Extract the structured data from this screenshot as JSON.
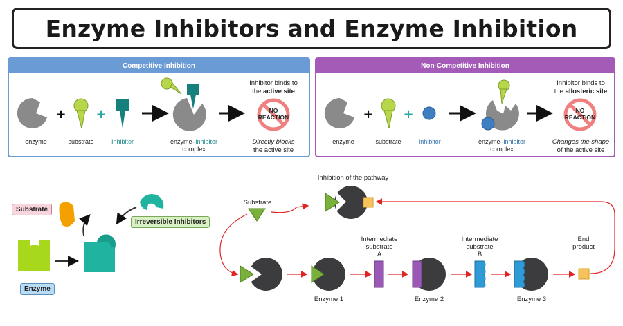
{
  "title": "Enzyme Inhibitors and Enzyme Inhibition",
  "competitive": {
    "header": "Competitive Inhibition",
    "labels": {
      "enzyme": "enzyme",
      "substrate": "substrate",
      "inhibitor": "Inhibitor",
      "complex_a": "enzyme",
      "complex_dash": "–",
      "complex_b": "inhibitor",
      "complex_c": "complex"
    },
    "note_line1": "Inhibitor binds to",
    "note_line2_pre": "the ",
    "note_line2_bold": "active site",
    "result_line1": "Directly blocks",
    "result_line2": "the active site",
    "no_reaction_1": "NO",
    "no_reaction_2": "REACTION"
  },
  "noncompetitive": {
    "header": "Non-Competitive Inhibition",
    "labels": {
      "enzyme": "enzyme",
      "substrate": "substrate",
      "inhibitor": "inhibitor",
      "complex_a": "enzyme",
      "complex_dash": "–",
      "complex_b": "inhibitor",
      "complex_c": "complex"
    },
    "note_line1": "Inhibitor binds to",
    "note_line2_pre": "the ",
    "note_line2_bold": "allosteric site",
    "result_line1": "Changes the shape",
    "result_line2": "of the active site",
    "no_reaction_1": "NO",
    "no_reaction_2": "REACTION"
  },
  "irreversible": {
    "substrate_tag": "Substrate",
    "inhibitor_tag": "Irreversible Inhibitors",
    "enzyme_tag": "Enzyme"
  },
  "pathway": {
    "inhibition_label": "Inhibition of the pathway",
    "substrate_label": "Substrate",
    "intermediate_a": [
      "Intermediate",
      "substrate",
      "A"
    ],
    "intermediate_b": [
      "Intermediate",
      "substrate",
      "B"
    ],
    "end_product": [
      "End",
      "product"
    ],
    "enzyme1": "Enzyme 1",
    "enzyme2": "Enzyme 2",
    "enzyme3": "Enzyme 3"
  },
  "colors": {
    "enzyme_gray": "#8a8a8a",
    "pathway_enzyme": "#3c3c3e",
    "substrate_green": "#b8d64a",
    "inhibitor_teal": "#16807d",
    "inhibitor_blue": "#3d7fc1",
    "irreversible_teal": "#1fb3a0",
    "enzyme_lime": "#a7d81c",
    "substrate_orange": "#f4a000",
    "arrow_red": "#e02424",
    "intermediate_purple": "#9b59b6",
    "intermediate_blue": "#2e9bd6",
    "end_orange": "#f6c25a"
  }
}
